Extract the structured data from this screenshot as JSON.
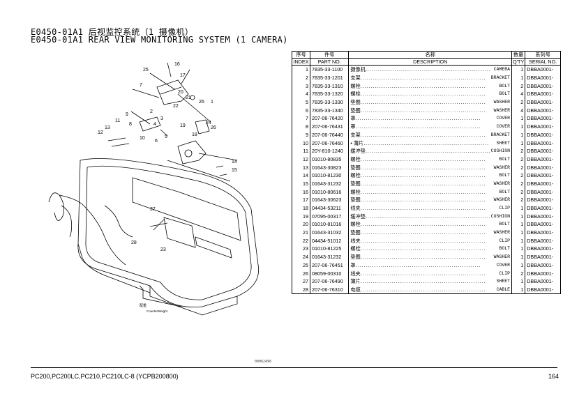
{
  "header": {
    "title_cn": "E0450-01A1 后视监控系统（1 摄像机）",
    "title_en": "E0450-01A1 REAR VIEW MONITORING SYSTEM (1 CAMERA)"
  },
  "table": {
    "col_index_cn": "序号",
    "col_index_en": "INDEX",
    "col_part_cn": "件号",
    "col_part_en": "PART NO.",
    "col_desc_cn": "名称",
    "col_desc_en": "DESCRIPTION",
    "col_qty_cn": "数量",
    "col_qty_en": "Q'TY",
    "col_serial_cn": "系列号",
    "col_serial_en": "SERIAL NO.",
    "rows": [
      {
        "index": "1",
        "part": "7835-33-1100",
        "cn": "摄像机",
        "en": "CAMERA",
        "qty": "1",
        "serial": "DBBA0001-"
      },
      {
        "index": "2",
        "part": "7835-33-1201",
        "cn": "支架",
        "en": "BRACKET",
        "qty": "1",
        "serial": "DBBA0001-"
      },
      {
        "index": "3",
        "part": "7835-33-1310",
        "cn": "螺栓",
        "en": "BOLT",
        "qty": "2",
        "serial": "DBBA0001-"
      },
      {
        "index": "4",
        "part": "7835-33-1320",
        "cn": "螺栓",
        "en": "BOLT",
        "qty": "4",
        "serial": "DBBA0001-"
      },
      {
        "index": "5",
        "part": "7835-33-1330",
        "cn": "垫圈",
        "en": "WASHER",
        "qty": "2",
        "serial": "DBBA0001-"
      },
      {
        "index": "6",
        "part": "7835-33-1340",
        "cn": "垫圈",
        "en": "WASHER",
        "qty": "4",
        "serial": "DBBA0001-"
      },
      {
        "index": "7",
        "part": "207-06-76420",
        "cn": "罩",
        "en": "COVER",
        "qty": "1",
        "serial": "DBBA0001-"
      },
      {
        "index": "8",
        "part": "207-06-76431",
        "cn": "罩",
        "en": "COVER",
        "qty": "1",
        "serial": "DBBA0001-"
      },
      {
        "index": "9",
        "part": "207-06-76440",
        "cn": "支架",
        "en": "BRACKET",
        "qty": "1",
        "serial": "DBBA0001-"
      },
      {
        "index": "10",
        "part": "207-06-76460",
        "cn": "• 薄片",
        "en": "SHEET",
        "qty": "1",
        "serial": "DBBA0001-"
      },
      {
        "index": "11",
        "part": "20Y-810-1240",
        "cn": "缓冲垫",
        "en": "CUSHION",
        "qty": "2",
        "serial": "DBBA0001-"
      },
      {
        "index": "12",
        "part": "01010-80835",
        "cn": "螺栓",
        "en": "BOLT",
        "qty": "2",
        "serial": "DBBA0001-"
      },
      {
        "index": "13",
        "part": "01643-30823",
        "cn": "垫圈",
        "en": "WASHER",
        "qty": "2",
        "serial": "DBBA0001-"
      },
      {
        "index": "14",
        "part": "01010-81230",
        "cn": "螺栓",
        "en": "BOLT",
        "qty": "2",
        "serial": "DBBA0001-"
      },
      {
        "index": "15",
        "part": "01643-31232",
        "cn": "垫圈",
        "en": "WASHER",
        "qty": "2",
        "serial": "DBBA0001-"
      },
      {
        "index": "16",
        "part": "01010-80616",
        "cn": "螺栓",
        "en": "BOLT",
        "qty": "2",
        "serial": "DBBA0001-"
      },
      {
        "index": "17",
        "part": "01643-30623",
        "cn": "垫圈",
        "en": "WASHER",
        "qty": "2",
        "serial": "DBBA0001-"
      },
      {
        "index": "18",
        "part": "04434-53211",
        "cn": "线夹",
        "en": "CLIP",
        "qty": "1",
        "serial": "DBBA0001-"
      },
      {
        "index": "19",
        "part": "07095-00317",
        "cn": "缓冲垫",
        "en": "CUSHION",
        "qty": "1",
        "serial": "DBBA0001-"
      },
      {
        "index": "20",
        "part": "01010-81016",
        "cn": "螺栓",
        "en": "BOLT",
        "qty": "1",
        "serial": "DBBA0001-"
      },
      {
        "index": "21",
        "part": "01643-31032",
        "cn": "垫圈",
        "en": "WASHER",
        "qty": "1",
        "serial": "DBBA0001-"
      },
      {
        "index": "22",
        "part": "04434-51012",
        "cn": "线夹",
        "en": "CLIP",
        "qty": "1",
        "serial": "DBBA0001-"
      },
      {
        "index": "23",
        "part": "01010-81225",
        "cn": "螺栓",
        "en": "BOLT",
        "qty": "1",
        "serial": "DBBA0001-"
      },
      {
        "index": "24",
        "part": "01643-31232",
        "cn": "垫圈",
        "en": "WASHER",
        "qty": "1",
        "serial": "DBBA0001-"
      },
      {
        "index": "25",
        "part": "207-06-76451",
        "cn": "罩",
        "en": "COVER",
        "qty": "1",
        "serial": "DBBA0001-"
      },
      {
        "index": "26",
        "part": "08059-00310",
        "cn": "线夹",
        "en": "CLIP",
        "qty": "2",
        "serial": "DBBA0001-"
      },
      {
        "index": "27",
        "part": "207-06-76490",
        "cn": "薄片",
        "en": "SHEET",
        "qty": "1",
        "serial": "DBBA0001-"
      },
      {
        "index": "28",
        "part": "207-06-76310",
        "cn": "电缆",
        "en": "CABLE",
        "qty": "1",
        "serial": "DBBA0001-"
      }
    ]
  },
  "diagram": {
    "callouts": [
      "1",
      "2",
      "3",
      "4",
      "5",
      "6",
      "7",
      "8",
      "9",
      "10",
      "11",
      "12",
      "13",
      "14",
      "15",
      "16",
      "17",
      "18",
      "19",
      "20",
      "21",
      "22",
      "23",
      "24",
      "25",
      "26",
      "27",
      "28"
    ],
    "counterweight_cn": "配重",
    "counterweight_en": "CounterWeight",
    "drawing_id": "00062496"
  },
  "footer": {
    "models": "PC200,PC200LC,PC210,PC210LC-8 (YCPB200800)",
    "page": "164"
  }
}
